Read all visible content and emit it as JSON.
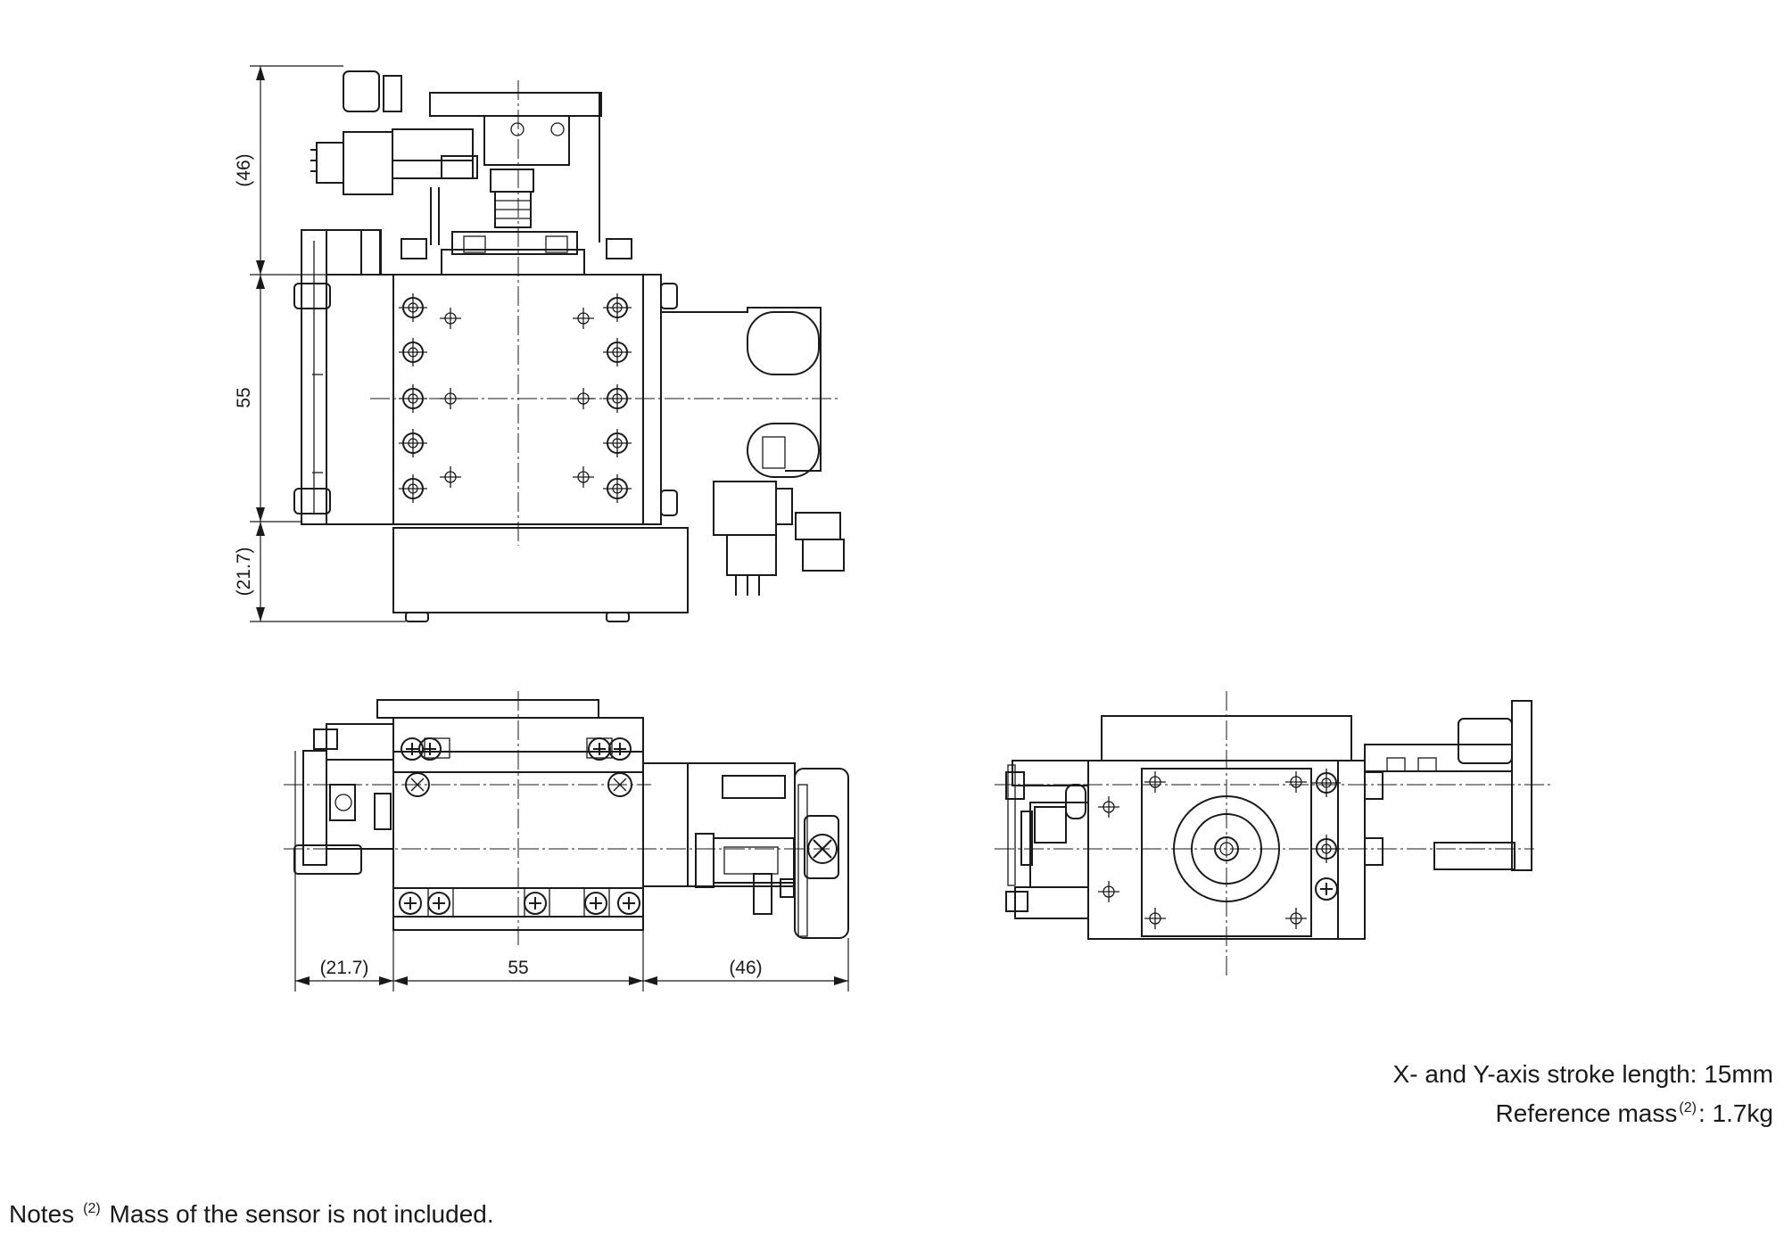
{
  "dimensions": {
    "top_view": {
      "sensor_height": "(46)",
      "table_height": "55",
      "base_height": "(21.7)"
    },
    "front_view": {
      "left_width": "(21.7)",
      "center_width": "55",
      "right_width": "(46)"
    }
  },
  "specs": {
    "stroke": "X- and Y-axis stroke length: 15mm",
    "mass_label": "Reference mass",
    "mass_note_ref": "(2)",
    "mass_value": ": 1.7kg"
  },
  "notes": {
    "label": "Notes",
    "ref": "(2)",
    "text": "Mass of the sensor is not included."
  }
}
